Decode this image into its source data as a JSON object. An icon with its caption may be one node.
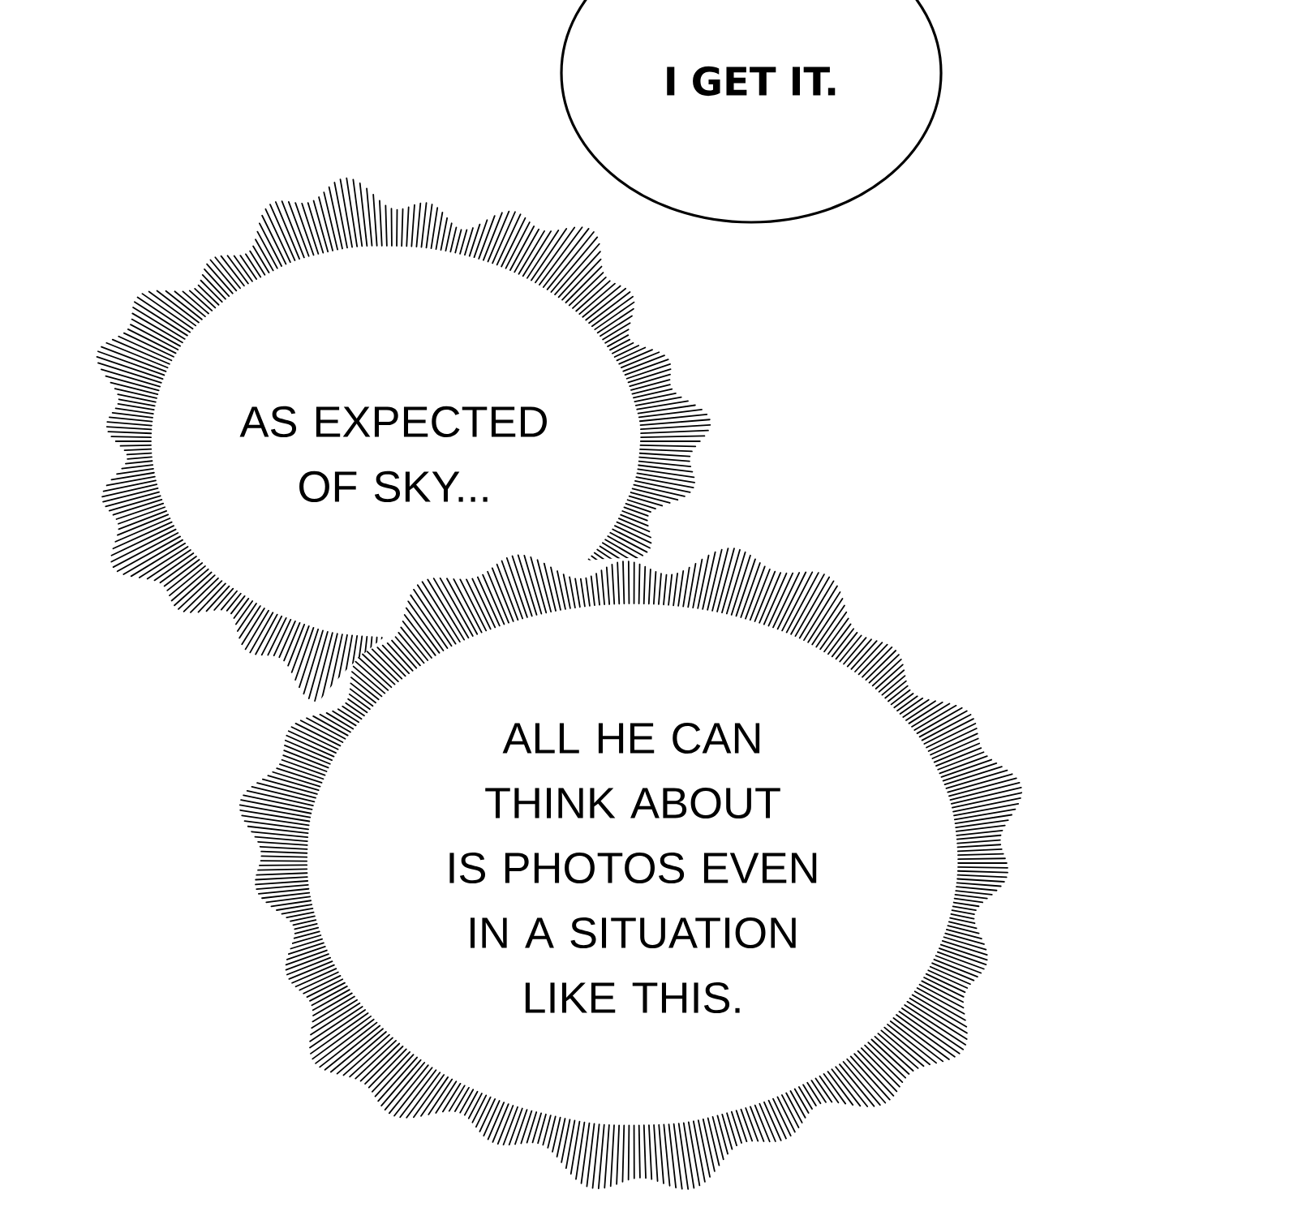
{
  "diagram": {
    "nodes": [
      {
        "text": [
          "I GET IT."
        ]
      },
      {
        "text": [
          "AS EXPECTED OF SKY..."
        ]
      },
      {
        "text": [
          "ALL HE CAN THINK ABOUT IS PHOTOS EVEN IN A SITUATION LIKE THIS."
        ]
      }
    ]
  }
}
